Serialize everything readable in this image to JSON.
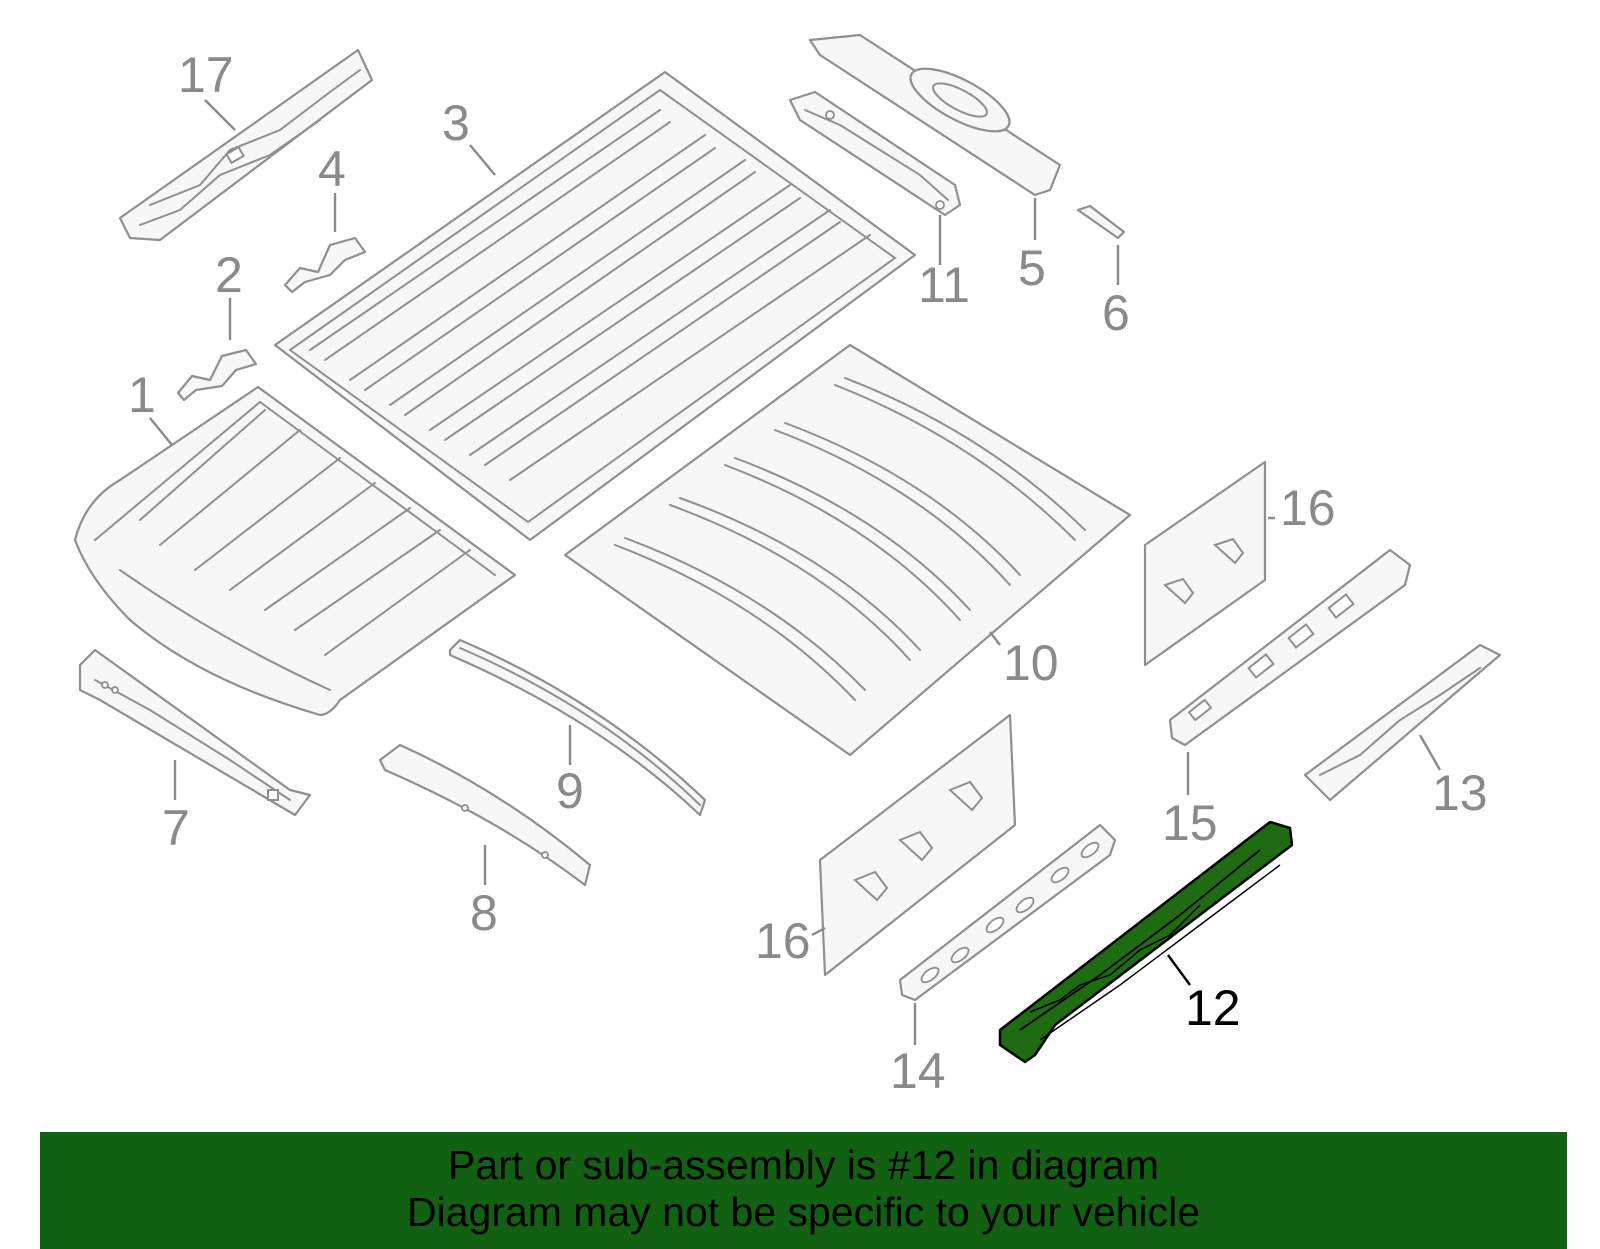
{
  "callouts": {
    "c1": "1",
    "c2": "2",
    "c3": "3",
    "c4": "4",
    "c5": "5",
    "c6": "6",
    "c7": "7",
    "c8": "8",
    "c9": "9",
    "c10": "10",
    "c11": "11",
    "c12": "12",
    "c13": "13",
    "c14": "14",
    "c15": "15",
    "c16a": "16",
    "c16b": "16",
    "c17": "17"
  },
  "highlight": {
    "part": "12",
    "fill_color": "#1f6b12",
    "outline_color": "#000000"
  },
  "colors": {
    "line": "#8f8f8f",
    "banner": "#126012",
    "text": "#000000"
  },
  "banner": {
    "line1": "Part or sub-assembly is #12 in diagram",
    "line2": "Diagram may not be specific to your vehicle"
  }
}
